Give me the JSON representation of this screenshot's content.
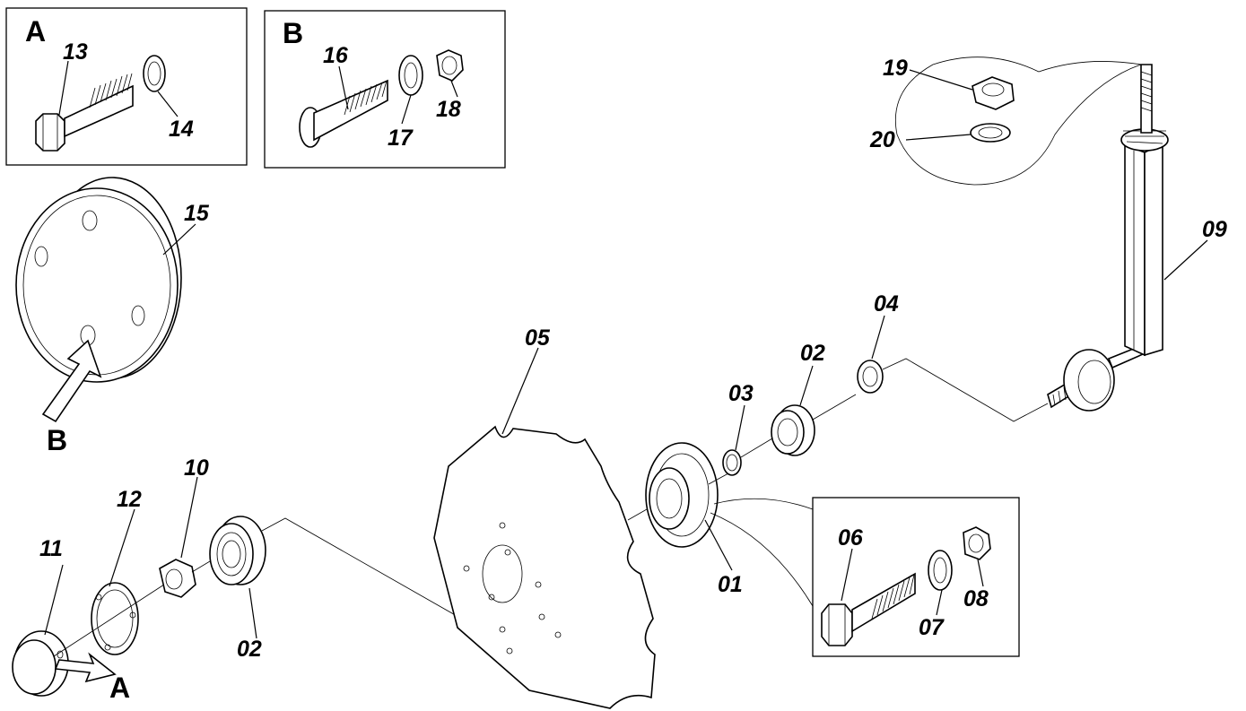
{
  "insets": {
    "a_letter": "A",
    "b_letter": "B"
  },
  "callouts": {
    "a_letter": "A",
    "b_letter": "B"
  },
  "parts": {
    "p01": "01",
    "p02_top": "02",
    "p02_bottom": "02",
    "p03": "03",
    "p04": "04",
    "p05": "05",
    "p06": "06",
    "p07": "07",
    "p08": "08",
    "p09": "09",
    "p10": "10",
    "p11": "11",
    "p12": "12",
    "p13": "13",
    "p14": "14",
    "p15": "15",
    "p16": "16",
    "p17": "17",
    "p18": "18",
    "p19": "19",
    "p20": "20"
  }
}
